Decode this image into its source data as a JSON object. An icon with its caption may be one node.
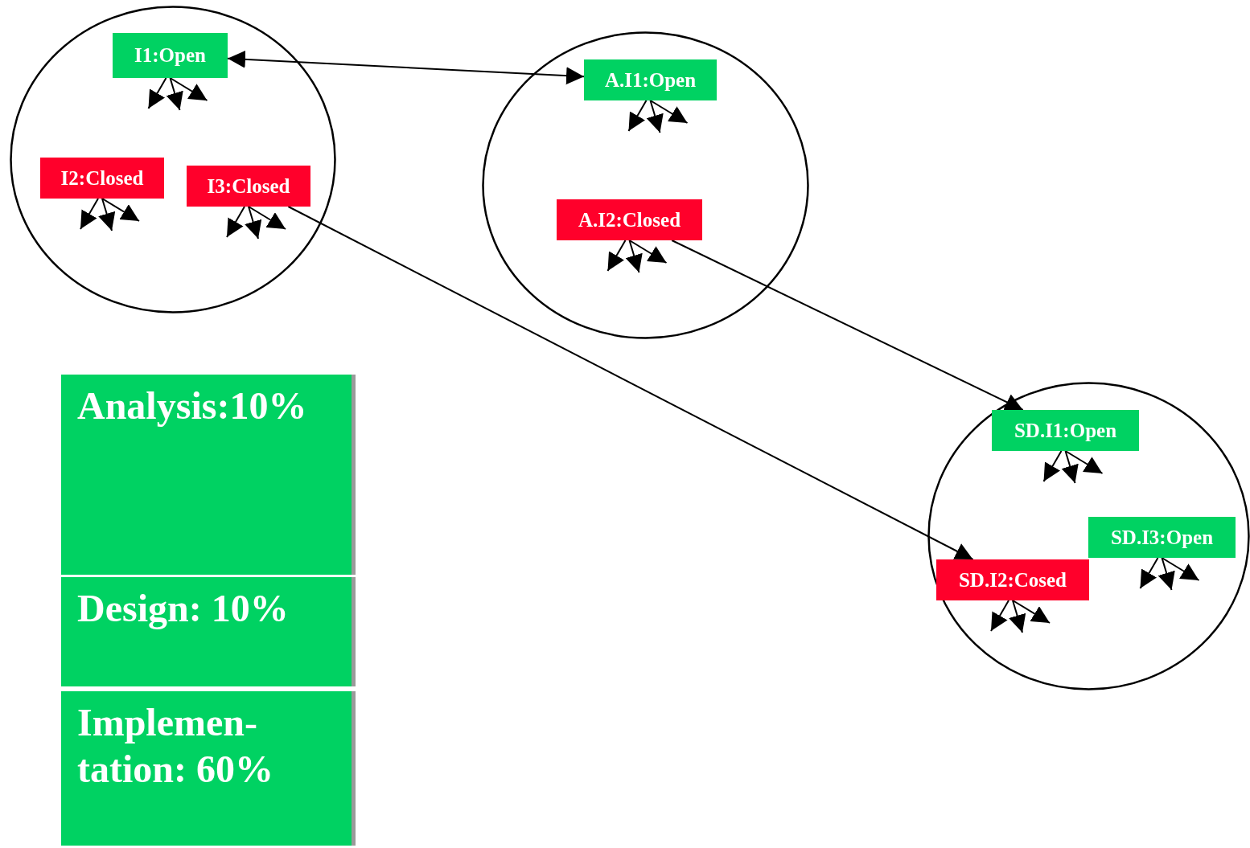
{
  "diagram": {
    "nodes": [
      {
        "text": [],
        "shape": "circle"
      },
      {
        "text": [
          "I1:Open"
        ],
        "in": 0
      },
      {
        "text": [
          "I2:Closed"
        ],
        "in": 0
      },
      {
        "text": [
          "I3:Closed"
        ],
        "in": 0
      },
      {
        "text": [],
        "shape": "circle"
      },
      {
        "text": [
          "A.I1:Open"
        ],
        "in": 4
      },
      {
        "text": [
          "A.I2:Closed"
        ],
        "in": 4
      },
      {
        "text": [],
        "shape": "circle"
      },
      {
        "text": [
          "SD.I1:Open"
        ],
        "in": 7
      },
      {
        "text": [
          "SD.I3:Open"
        ],
        "in": 7
      },
      {
        "text": [
          "SD.I2:Cosed"
        ],
        "in": 7
      },
      {
        "text": [
          "Analysis:10%"
        ]
      },
      {
        "text": [
          "Design: 10%"
        ]
      },
      {
        "text": [
          "Implemen- tation: 60%"
        ]
      }
    ],
    "edges": [
      {
        "from": 1,
        "to": 5,
        "arrow": "both"
      },
      {
        "from": 3,
        "to": 10,
        "arrow": "to"
      },
      {
        "from": 6,
        "to": 8,
        "arrow": "to"
      },
      {
        "from": 1,
        "to": null,
        "arrow": "to"
      },
      {
        "from": 1,
        "to": null,
        "arrow": "to"
      },
      {
        "from": 1,
        "to": null,
        "arrow": "to"
      },
      {
        "from": 2,
        "to": null,
        "arrow": "to"
      },
      {
        "from": 2,
        "to": null,
        "arrow": "to"
      },
      {
        "from": 2,
        "to": null,
        "arrow": "to"
      },
      {
        "from": 3,
        "to": null,
        "arrow": "to"
      },
      {
        "from": 3,
        "to": null,
        "arrow": "to"
      },
      {
        "from": 3,
        "to": null,
        "arrow": "to"
      },
      {
        "from": 5,
        "to": null,
        "arrow": "to"
      },
      {
        "from": 5,
        "to": null,
        "arrow": "to"
      },
      {
        "from": 5,
        "to": null,
        "arrow": "to"
      },
      {
        "from": 6,
        "to": null,
        "arrow": "to"
      },
      {
        "from": 6,
        "to": null,
        "arrow": "to"
      },
      {
        "from": 6,
        "to": null,
        "arrow": "to"
      },
      {
        "from": 8,
        "to": null,
        "arrow": "to"
      },
      {
        "from": 8,
        "to": null,
        "arrow": "to"
      },
      {
        "from": 8,
        "to": null,
        "arrow": "to"
      },
      {
        "from": 9,
        "to": null,
        "arrow": "to"
      },
      {
        "from": 9,
        "to": null,
        "arrow": "to"
      },
      {
        "from": 9,
        "to": null,
        "arrow": "to"
      },
      {
        "from": 10,
        "to": null,
        "arrow": "to"
      },
      {
        "from": 10,
        "to": null,
        "arrow": "to"
      },
      {
        "from": 10,
        "to": null,
        "arrow": "to"
      }
    ]
  }
}
